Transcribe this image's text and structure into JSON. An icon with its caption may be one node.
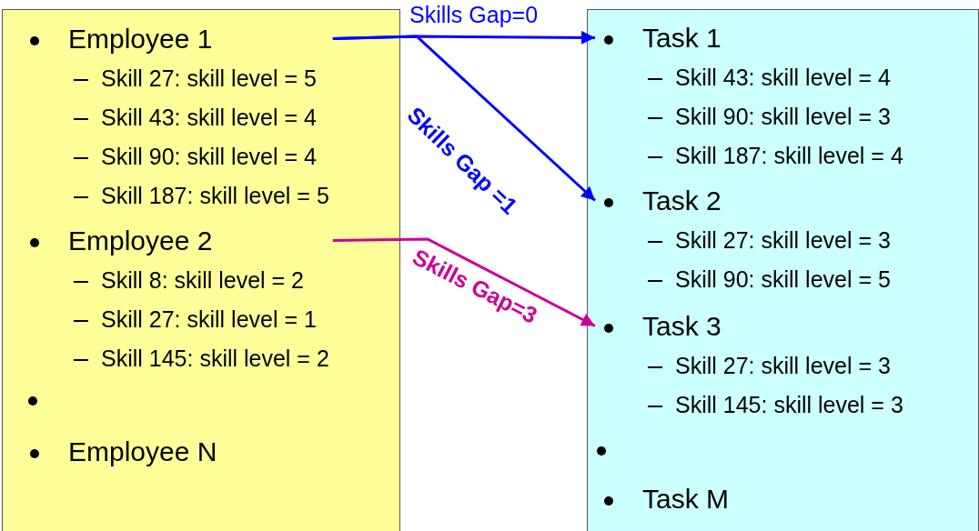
{
  "diagram": {
    "nodes": [
      {
        "text": [],
        "shape": "box"
      },
      {
        "text": [
          "Employee 1",
          "Skill 27: skill level = 5",
          "Skill 43: skill level = 4",
          "Skill 90: skill level = 4",
          "Skill 187: skill level = 5"
        ],
        "in": 0
      },
      {
        "text": [
          "Employee 2",
          "Skill 8: skill level = 2",
          "Skill 27: skill level = 1",
          "Skill 145: skill level = 2"
        ],
        "in": 0
      },
      {
        "text": [
          "Employee N"
        ],
        "in": 0
      },
      {
        "text": [],
        "shape": "box"
      },
      {
        "text": [
          "Task 1",
          "Skill 43: skill level = 4",
          "Skill 90: skill level = 3",
          "Skill 187: skill level = 4"
        ],
        "in": 4
      },
      {
        "text": [
          "Task 2",
          "Skill 27: skill level = 3",
          "Skill 90: skill level = 5"
        ],
        "in": 4
      },
      {
        "text": [
          "Task 3",
          "Skill 27: skill level = 3",
          "Skill 145: skill level = 3"
        ],
        "in": 4
      },
      {
        "text": [
          "Task M"
        ],
        "in": 4
      }
    ],
    "edges": [
      {
        "from": 1,
        "to": 5,
        "arrow": "to",
        "label": "Skills Gap=0",
        "color": "#0000ff"
      },
      {
        "from": 1,
        "to": 6,
        "arrow": "to",
        "label": "Skills Gap =1",
        "color": "#0000ff"
      },
      {
        "from": 2,
        "to": 7,
        "arrow": "to",
        "label": "Skills Gap=3",
        "color": "#cc0099"
      }
    ]
  }
}
